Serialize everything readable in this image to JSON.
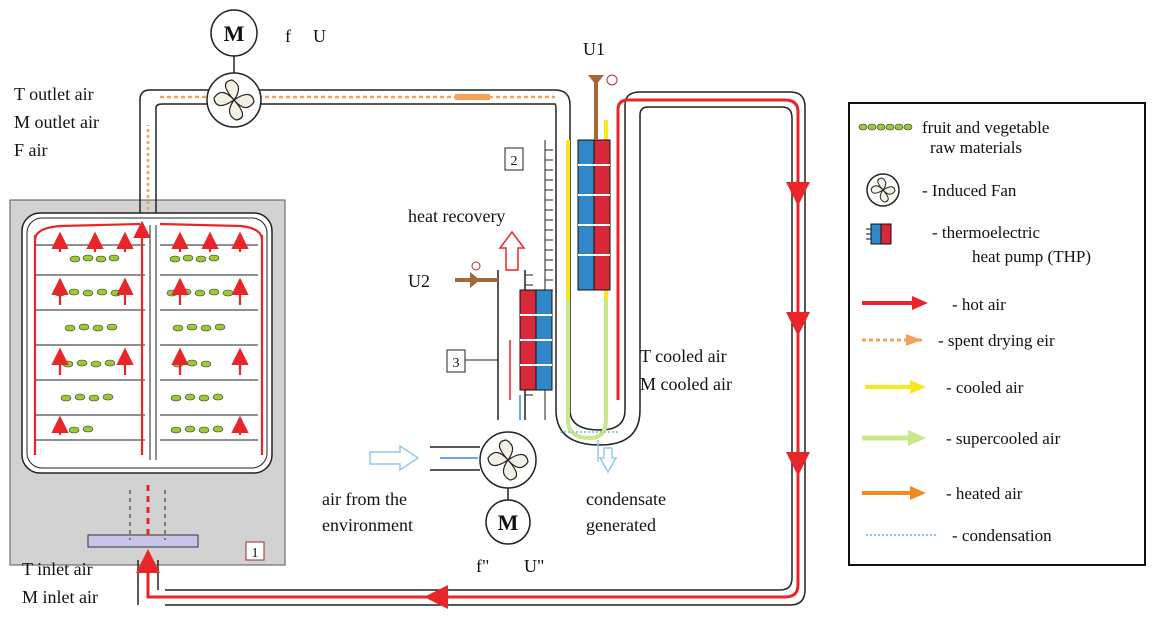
{
  "labels": {
    "top_motor_letter": "M",
    "top_motor_f": "f",
    "top_motor_u": "U",
    "u1": "U1",
    "u2": "U2",
    "t_outlet": "T outlet air",
    "m_outlet": "M outlet air",
    "f_air": "F air",
    "heat_recovery": "heat recovery",
    "num1": "1",
    "num2": "2",
    "num3": "3",
    "t_cooled": "T cooled air",
    "m_cooled": "M cooled air",
    "air_env_1": "air from the",
    "air_env_2": "environment",
    "condensate_1": "condensate",
    "condensate_2": "generated",
    "bottom_motor_letter": "M",
    "bottom_f": "f\"",
    "bottom_u": "U\"",
    "t_inlet": "T  inlet air",
    "m_inlet": "M inlet air"
  },
  "legend": {
    "raw_1": "fruit and vegetable",
    "raw_2": "raw materials",
    "fan": "- Induced Fan",
    "thp_1": "- thermoelectric",
    "thp_2": "heat pump (THP)",
    "hot": "- hot air",
    "spent": "- spent drying eir",
    "cooled": "-  cooled air",
    "supercooled": "- supercooled air",
    "heated": "- heated air",
    "condensation": "- condensation"
  },
  "colors": {
    "hot": "#e8262a",
    "spent": "#f4a25a",
    "cooled": "#f7e81e",
    "supercooled": "#c8e88a",
    "heated": "#f28a1e",
    "condensation": "#8fcbe8",
    "thp_blue": "#2f86c8",
    "thp_red": "#d8283a",
    "valve": "#a5683a",
    "produce": "#9cc83c",
    "chamber": "#d2d2d2",
    "legend_bar": "#c9c4e8"
  }
}
